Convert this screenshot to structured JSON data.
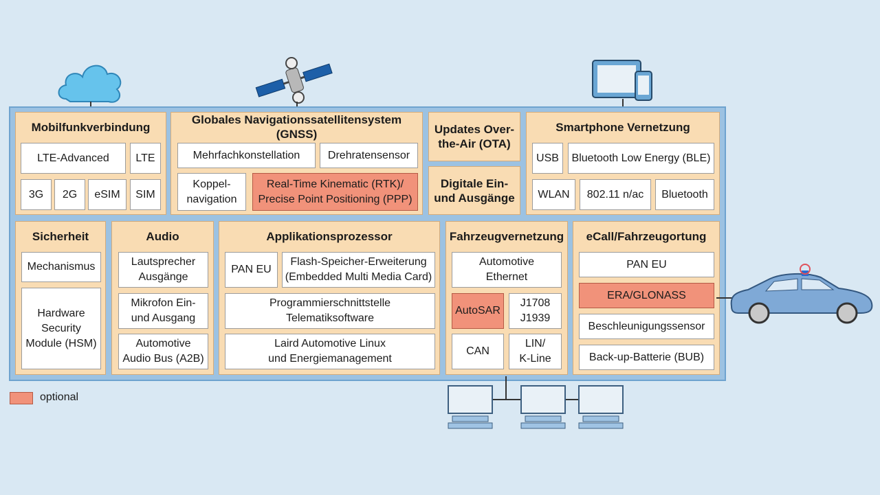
{
  "sections": {
    "mobilfunk": {
      "title": "Mobilfunkverbindung",
      "items": [
        "LTE-Advanced",
        "LTE",
        "3G",
        "2G",
        "eSIM",
        "SIM"
      ]
    },
    "gnss": {
      "title": "Globales Navigationssatellitensystem (GNSS)",
      "items": [
        "Mehrfachkonstellation",
        "Drehratensensor",
        "Koppel-\nnavigation",
        "Real-Time Kinematic (RTK)/\nPrecise Point Positioning (PPP)"
      ]
    },
    "ota": {
      "title": "Updates Over-\nthe-Air (OTA)"
    },
    "digital_io": {
      "title": "Digitale Ein-\nund Ausgänge"
    },
    "smartphone": {
      "title": "Smartphone Vernetzung",
      "items": [
        "USB",
        "Bluetooth Low Energy (BLE)",
        "WLAN",
        "802.11 n/ac",
        "Bluetooth"
      ]
    },
    "sicherheit": {
      "title": "Sicherheit",
      "items": [
        "Mechanismus",
        "Hardware\nSecurity\nModule (HSM)"
      ]
    },
    "audio": {
      "title": "Audio",
      "items": [
        "Lautsprecher\nAusgänge",
        "Mikrofon Ein-\nund Ausgang",
        "Automotive\nAudio Bus (A2B)"
      ]
    },
    "applikation": {
      "title": "Applikationsprozessor",
      "items": [
        "PAN EU",
        "Flash-Speicher-Erweiterung\n(Embedded Multi Media Card)",
        "Programmierschnittstelle\nTelematiksoftware",
        "Laird Automotive Linux\nund Energiemanagement"
      ]
    },
    "fahrzeug": {
      "title": "Fahrzeugvernetzung",
      "items": [
        "Automotive\nEthernet",
        "AutoSAR",
        "J1708\nJ1939",
        "CAN",
        "LIN/\nK-Line"
      ]
    },
    "ecall": {
      "title": "eCall/Fahrzeugortung",
      "items": [
        "PAN EU",
        "ERA/GLONASS",
        "Beschleunigungssensor",
        "Back-up-Batterie (BUB)"
      ]
    }
  },
  "legend": {
    "label": "optional",
    "color": "#f1927a"
  },
  "colors": {
    "background": "#d9e8f3",
    "frame": "#9cc2e2",
    "section": "#f9dcb3",
    "optional": "#f1927a"
  },
  "icons": [
    "cloud-icon",
    "satellite-icon",
    "tablet-phone-icon",
    "car-icon",
    "computer-icon"
  ]
}
